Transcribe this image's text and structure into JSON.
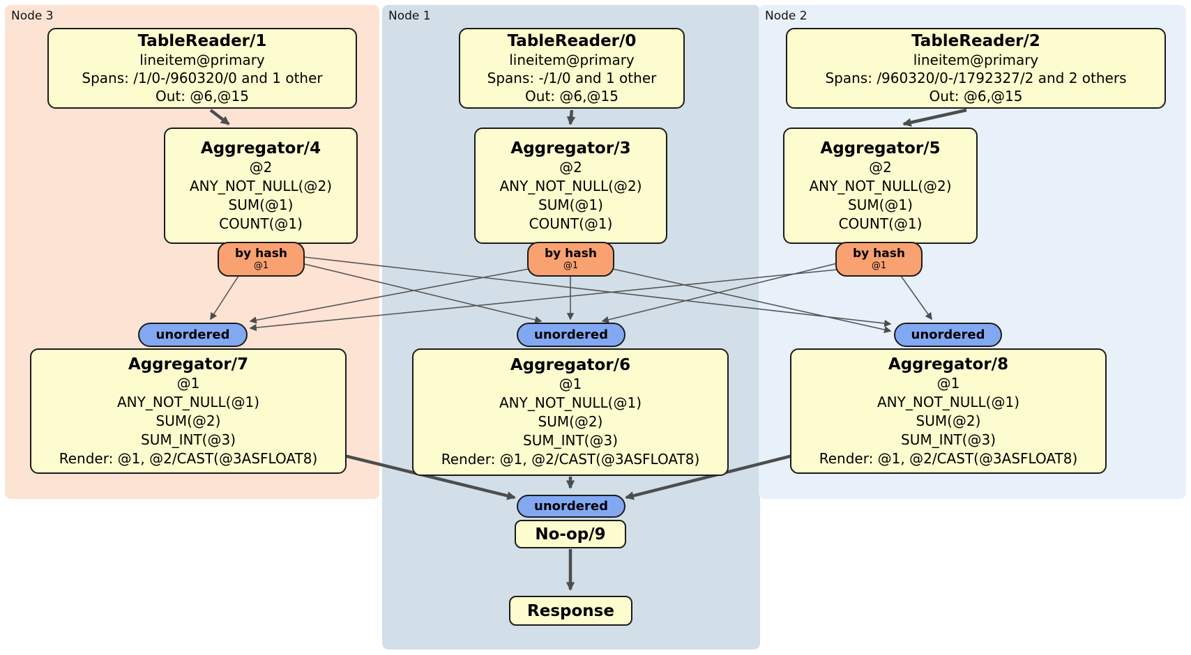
{
  "node_groups": [
    {
      "label": "Node 3"
    },
    {
      "label": "Node 1"
    },
    {
      "label": "Node 2"
    }
  ],
  "processors": {
    "tr1": {
      "title": "TableReader/1",
      "lines": [
        "lineitem@primary",
        "Spans: /1/0-/960320/0 and 1 other",
        "Out: @6,@15"
      ]
    },
    "tr0": {
      "title": "TableReader/0",
      "lines": [
        "lineitem@primary",
        "Spans: -/1/0 and 1 other",
        "Out: @6,@15"
      ]
    },
    "tr2": {
      "title": "TableReader/2",
      "lines": [
        "lineitem@primary",
        "Spans: /960320/0-/1792327/2 and 2 others",
        "Out: @6,@15"
      ]
    },
    "agg4": {
      "title": "Aggregator/4",
      "lines": [
        "@2",
        "ANY_NOT_NULL(@2)",
        "SUM(@1)",
        "COUNT(@1)"
      ]
    },
    "agg3": {
      "title": "Aggregator/3",
      "lines": [
        "@2",
        "ANY_NOT_NULL(@2)",
        "SUM(@1)",
        "COUNT(@1)"
      ]
    },
    "agg5": {
      "title": "Aggregator/5",
      "lines": [
        "@2",
        "ANY_NOT_NULL(@2)",
        "SUM(@1)",
        "COUNT(@1)"
      ]
    },
    "agg7": {
      "title": "Aggregator/7",
      "lines": [
        "@1",
        "ANY_NOT_NULL(@1)",
        "SUM(@2)",
        "SUM_INT(@3)",
        "Render: @1, @2/CAST(@3ASFLOAT8)"
      ]
    },
    "agg6": {
      "title": "Aggregator/6",
      "lines": [
        "@1",
        "ANY_NOT_NULL(@1)",
        "SUM(@2)",
        "SUM_INT(@3)",
        "Render: @1, @2/CAST(@3ASFLOAT8)"
      ]
    },
    "agg8": {
      "title": "Aggregator/8",
      "lines": [
        "@1",
        "ANY_NOT_NULL(@1)",
        "SUM(@2)",
        "SUM_INT(@3)",
        "Render: @1, @2/CAST(@3ASFLOAT8)"
      ]
    },
    "noop": {
      "title": "No-op/9"
    },
    "response": {
      "title": "Response"
    }
  },
  "routers": {
    "hash4": {
      "label": "by hash",
      "detail": "@1"
    },
    "hash3": {
      "label": "by hash",
      "detail": "@1"
    },
    "hash5": {
      "label": "by hash",
      "detail": "@1"
    }
  },
  "streams": {
    "unordered7": {
      "label": "unordered"
    },
    "unordered6": {
      "label": "unordered"
    },
    "unordered8": {
      "label": "unordered"
    },
    "unordered_final": {
      "label": "unordered"
    }
  },
  "colors": {
    "node3_bg": "#FCE3D4",
    "node1_bg": "#D2DFE8",
    "node2_bg": "#E8F0FA",
    "processor_bg": "#FCFCCE",
    "hash_router_bg": "#F9A171",
    "stream_bg": "#82A8F2",
    "edge": "#4D4D4D"
  }
}
